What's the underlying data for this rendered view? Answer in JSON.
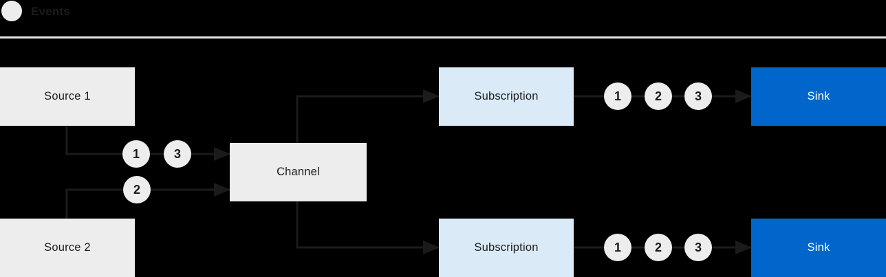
{
  "legend": {
    "label": "Events"
  },
  "diagram": {
    "nodes": {
      "source1": {
        "label": "Source 1"
      },
      "source2": {
        "label": "Source 2"
      },
      "channel": {
        "label": "Channel"
      },
      "subscription1": {
        "label": "Subscription"
      },
      "subscription2": {
        "label": "Subscription"
      },
      "sink1": {
        "label": "Sink"
      },
      "sink2": {
        "label": "Sink"
      }
    },
    "events": {
      "source1_to_channel": [
        "1",
        "3"
      ],
      "source2_to_channel": [
        "2"
      ],
      "subscription1_to_sink": [
        "1",
        "2",
        "3"
      ],
      "subscription2_to_sink": [
        "1",
        "2",
        "3"
      ]
    },
    "colors": {
      "bg": "#000000",
      "line": "#1b1b1b",
      "text_dark": "#1b1b1b",
      "text_light": "#ffffff",
      "source_fill": "#ededed",
      "subscription_fill": "#dbeaf7",
      "sink_fill": "#0066cc",
      "event_fill": "#ededed",
      "divider": "#e8e8e8"
    }
  }
}
